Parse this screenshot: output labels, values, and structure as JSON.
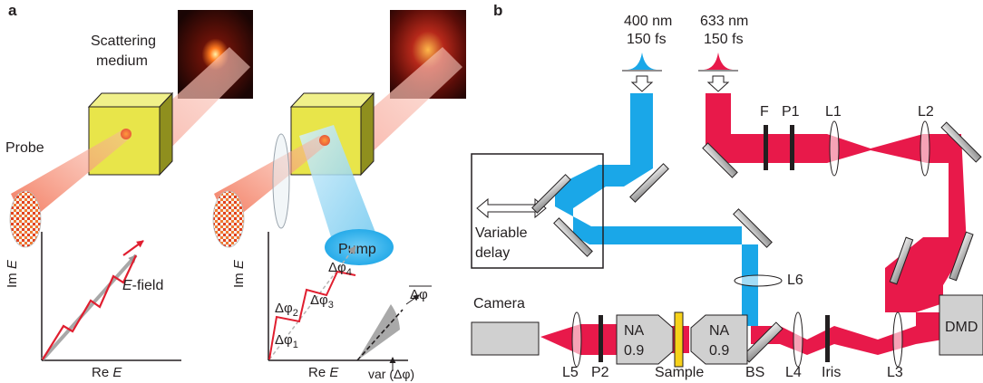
{
  "panel_a": {
    "label": "a",
    "scattering_medium": [
      "Scattering",
      "medium"
    ],
    "probe": "Probe",
    "pump": "Pump",
    "left_plot": {
      "y_axis": "Im E",
      "x_axis": "Re E",
      "field_label": "E-field"
    },
    "right_plot": {
      "y_axis": "Im E",
      "x_axis": "Re E",
      "phase_steps": [
        "Δφ1",
        "Δφ2",
        "Δφ3",
        "Δφ4"
      ],
      "mean_phase": "Δφ (overline)",
      "variance": "var (Δφ)"
    }
  },
  "panel_b": {
    "label": "b",
    "beam_blue": {
      "wavelength": "400 nm",
      "duration": "150 fs",
      "color": "#1aa7e8"
    },
    "beam_red": {
      "wavelength": "633 nm",
      "duration": "150 fs",
      "color": "#e8194a"
    },
    "variable_delay": [
      "Variable",
      "delay"
    ],
    "camera": "Camera",
    "dmd": "DMD",
    "objective_na": [
      "NA",
      "0.9"
    ],
    "components": {
      "F": "F",
      "P1": "P1",
      "L1": "L1",
      "L2": "L2",
      "L6": "L6",
      "L5": "L5",
      "P2": "P2",
      "Sample": "Sample",
      "BS": "BS",
      "L4": "L4",
      "Iris": "Iris",
      "L3": "L3"
    }
  }
}
